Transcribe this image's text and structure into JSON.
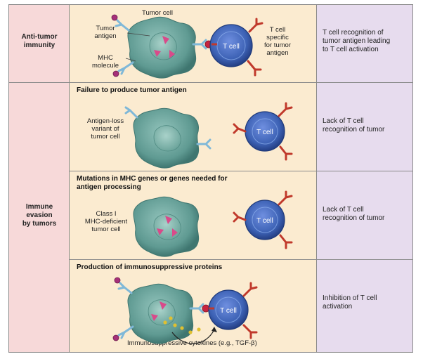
{
  "rows": {
    "anti_tumor": {
      "label": "Anti-tumor\nimmunity",
      "tumor_cell_label": "Tumor cell",
      "tumor_antigen_label": "Tumor\nantigen",
      "mhc_label": "MHC\nmolecule",
      "t_cell_specific_label": "T cell\nspecific\nfor tumor\nantigen",
      "t_cell_text": "T cell",
      "outcome": "T cell recognition of\ntumor antigen leading\nto T cell activation"
    },
    "immune_evasion": {
      "label": "Immune\nevasion\nby tumors",
      "panels": [
        {
          "heading": "Failure to produce tumor antigen",
          "cell_label": "Antigen-loss\nvariant of\ntumor cell",
          "t_cell_text": "T cell",
          "outcome": "Lack of T cell\nrecognition of tumor"
        },
        {
          "heading": "Mutations in MHC genes or genes needed for\nantigen processing",
          "cell_label": "Class I\nMHC-deficient\ntumor cell",
          "t_cell_text": "T cell",
          "outcome": "Lack of T cell\nrecognition of tumor"
        },
        {
          "heading": "Production of immunosuppressive proteins",
          "cytokine_label": "Immunosuppressive cytokines (e.g., TGF-β)",
          "t_cell_text": "T cell",
          "outcome": "Inhibition of T cell\nactivation"
        }
      ]
    }
  },
  "colors": {
    "left_column": "#f7d9d9",
    "middle_column": "#fbebd0",
    "right_column": "#e7dcee",
    "tumor_cell": "#6fa8a0",
    "t_cell": "#3d62b5",
    "antigen": "#d94a8a",
    "receptor": "#c0392b",
    "mhc": "#7fb8d8"
  }
}
